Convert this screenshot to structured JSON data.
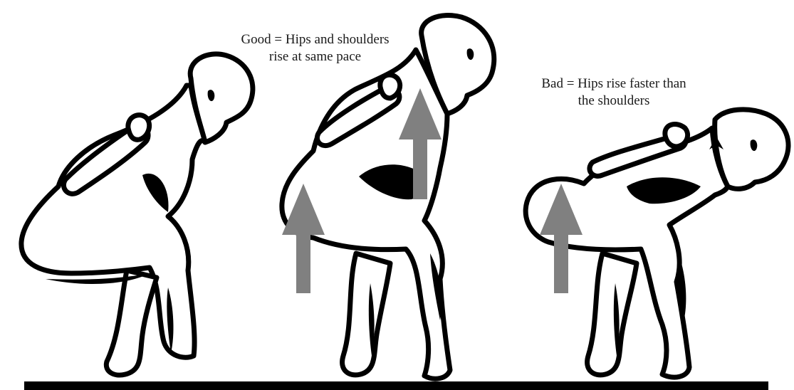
{
  "captions": {
    "good": {
      "line1": "Good = Hips and shoulders",
      "line2": "rise at same pace"
    },
    "bad": {
      "line1": "Bad = Hips rise faster than",
      "line2": "the shoulders"
    }
  },
  "colors": {
    "figure_fill": "#ffffff",
    "figure_outline": "#000000",
    "arrow": "#808080",
    "small_arrow": "#000000",
    "ground": "#000000",
    "background": "#ffffff"
  },
  "figures": [
    {
      "pose": "bottom-of-squat",
      "arrows": []
    },
    {
      "pose": "good-ascent",
      "arrows": [
        "hips-arrow-icon",
        "shoulders-arrow-icon"
      ]
    },
    {
      "pose": "bad-ascent",
      "arrows": [
        "hips-arrow-icon",
        "shoulders-small-arrow-icon"
      ]
    }
  ]
}
